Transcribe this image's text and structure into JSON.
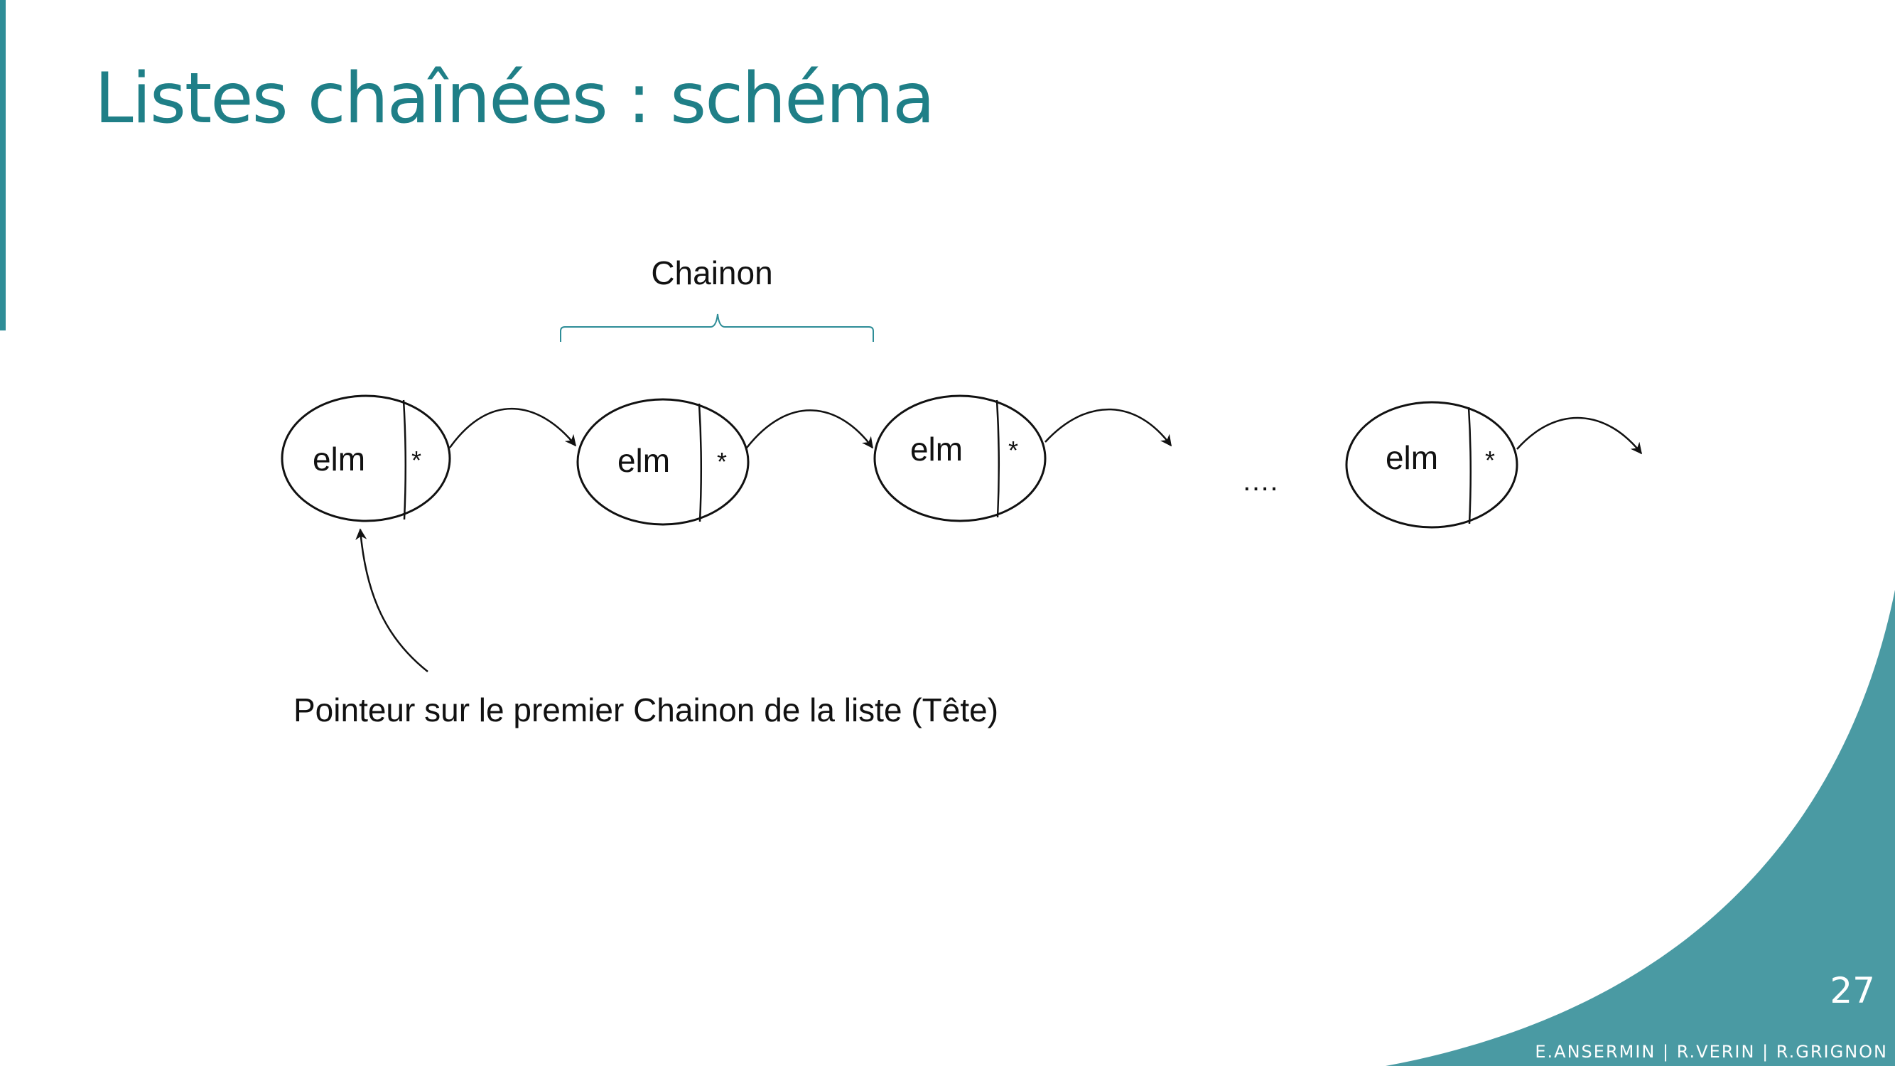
{
  "slide": {
    "title": "Listes chaînées : schéma",
    "page_number": "27",
    "footer": "E.ANSERMIN | R.VERIN | R.GRIGNON",
    "colors": {
      "accent": "#2e8d97",
      "title": "#1f7f87",
      "corner": "#4a9aa3"
    }
  },
  "diagram": {
    "brace_label": "Chainon",
    "nodes": [
      {
        "value": "elm",
        "pointer": "*"
      },
      {
        "value": "elm",
        "pointer": "*"
      },
      {
        "value": "elm",
        "pointer": "*"
      },
      {
        "value": "elm",
        "pointer": "*"
      }
    ],
    "ellipsis": "….",
    "head_caption": "Pointeur sur le premier Chainon de la liste (Tête)"
  }
}
